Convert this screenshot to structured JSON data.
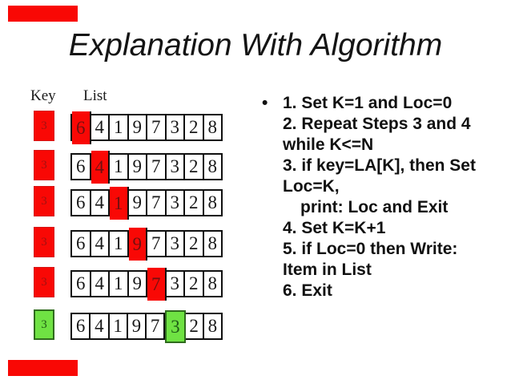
{
  "slide": {
    "title": "Explanation With Algorithm"
  },
  "labels": {
    "key": "Key",
    "list": "List"
  },
  "search": {
    "rows": [
      {
        "key": "3",
        "cells": [
          "6",
          "4",
          "1",
          "9",
          "7",
          "3",
          "2",
          "8"
        ],
        "highlight": 0,
        "color": "red"
      },
      {
        "key": "3",
        "cells": [
          "6",
          "4",
          "1",
          "9",
          "7",
          "3",
          "2",
          "8"
        ],
        "highlight": 1,
        "color": "red"
      },
      {
        "key": "3",
        "cells": [
          "6",
          "4",
          "1",
          "9",
          "7",
          "3",
          "2",
          "8"
        ],
        "highlight": 2,
        "color": "red"
      },
      {
        "key": "3",
        "cells": [
          "6",
          "4",
          "1",
          "9",
          "7",
          "3",
          "2",
          "8"
        ],
        "highlight": 3,
        "color": "red"
      },
      {
        "key": "3",
        "cells": [
          "6",
          "4",
          "1",
          "9",
          "7",
          "3",
          "2",
          "8"
        ],
        "highlight": 4,
        "color": "red"
      },
      {
        "key": "3",
        "cells": [
          "6",
          "4",
          "1",
          "9",
          "7",
          "3",
          "2",
          "8"
        ],
        "highlight": 5,
        "color": "green"
      }
    ]
  },
  "algorithm": {
    "bullet": "•",
    "lines": [
      {
        "text": "1. Set K=1 and Loc=0",
        "indent": 0
      },
      {
        "text": "2. Repeat Steps 3 and 4",
        "indent": 0
      },
      {
        "text": "while K<=N",
        "indent": 0
      },
      {
        "text": "3. if key=LA[K], then Set",
        "indent": 0
      },
      {
        "text": "Loc=K,",
        "indent": 0
      },
      {
        "text": "print: Loc and Exit",
        "indent": 1
      },
      {
        "text": "4. Set K=K+1",
        "indent": 0
      },
      {
        "text": "5. if Loc=0 then Write:",
        "indent": 0
      },
      {
        "text": "Item in List",
        "indent": 0
      },
      {
        "text": "6. Exit",
        "indent": 0
      }
    ]
  },
  "colors": {
    "accent_red": "#f90805",
    "highlight_red": "#f90805",
    "highlight_green": "#6fe243",
    "green_border": "#2f6b1d"
  }
}
